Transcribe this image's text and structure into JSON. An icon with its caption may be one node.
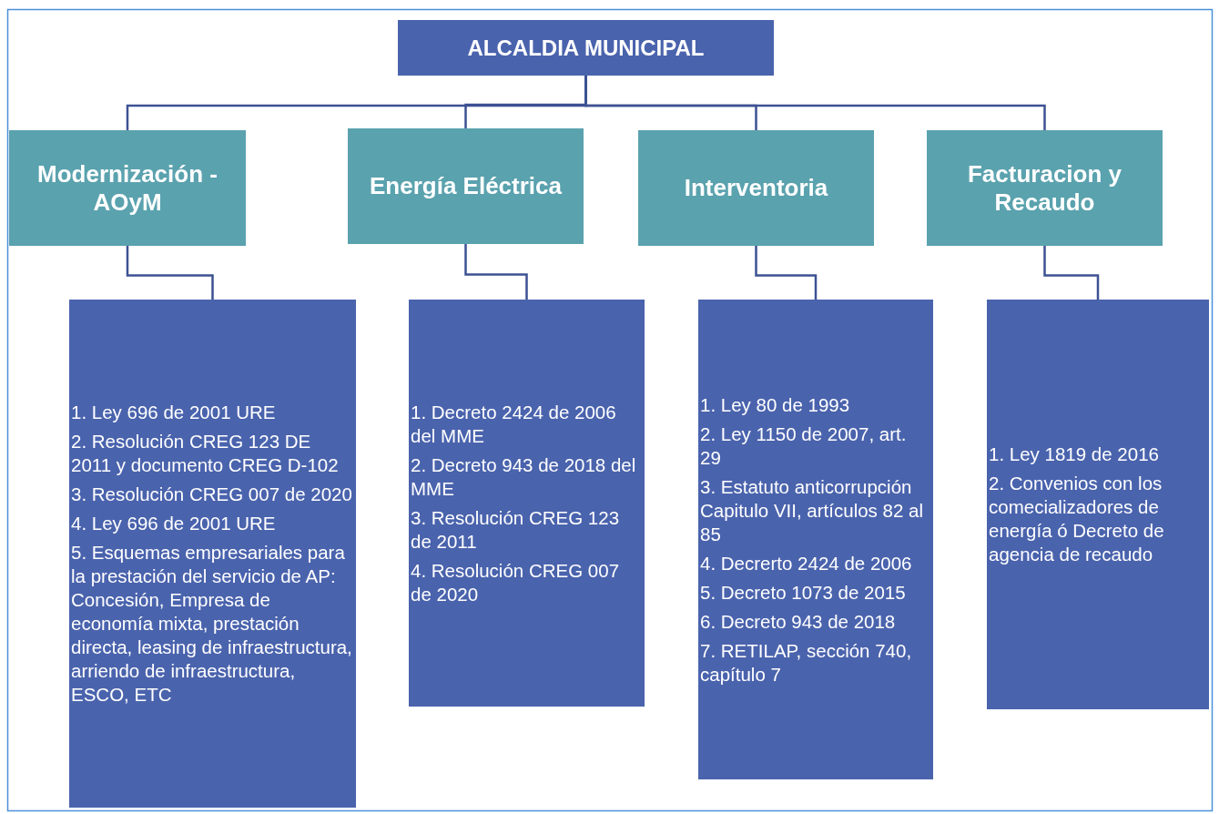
{
  "diagram": {
    "nodes": [
      {
        "text": [
          "ALCALDIA MUNICIPAL"
        ]
      },
      {
        "text": [
          "Modernización - AOyM"
        ]
      },
      {
        "text": [
          "Energía Eléctrica"
        ]
      },
      {
        "text": [
          "Interventoria"
        ]
      },
      {
        "text": [
          "Facturacion y Recaudo"
        ]
      },
      {
        "text": [
          "1. Ley 696 de 2001 URE",
          "2. Resolución CREG 123 DE 2011 y documento CREG D-102",
          "3. Resolución CREG 007 de 2020",
          "4. Ley 696 de 2001 URE",
          "5. Esquemas empresariales para la prestación del servicio de AP: Concesión, Empresa de economía mixta, prestación directa, leasing de infraestructura, arriendo de infraestructura, ESCO, ETC"
        ]
      },
      {
        "text": [
          "1. Decreto 2424 de 2006 del MME",
          "2. Decreto 943 de 2018 del MME",
          "3. Resolución CREG 123 de 2011",
          "4. Resolución CREG 007 de 2020"
        ]
      },
      {
        "text": [
          "1. Ley 80 de 1993",
          "2. Ley 1150 de 2007, art. 29",
          "3. Estatuto anticorrupción Capitulo VII, artículos 82 al 85",
          "4.  Decrerto 2424 de 2006",
          "5. Decreto 1073 de 2015",
          "6. Decreto 943 de 2018",
          "7. RETILAP, sección 740, capítulo 7"
        ]
      },
      {
        "text": [
          "1. Ley 1819 de 2016",
          "2. Convenios con los comecializadores de energía ó Decreto de agencia de recaudo"
        ]
      }
    ],
    "edges": [
      {
        "from": 0,
        "to": 1,
        "arrow": "none"
      },
      {
        "from": 0,
        "to": 2,
        "arrow": "none"
      },
      {
        "from": 0,
        "to": 3,
        "arrow": "none"
      },
      {
        "from": 0,
        "to": 4,
        "arrow": "none"
      },
      {
        "from": 1,
        "to": 5,
        "arrow": "none"
      },
      {
        "from": 2,
        "to": 6,
        "arrow": "none"
      },
      {
        "from": 3,
        "to": 7,
        "arrow": "none"
      },
      {
        "from": 4,
        "to": 8,
        "arrow": "none"
      }
    ]
  }
}
